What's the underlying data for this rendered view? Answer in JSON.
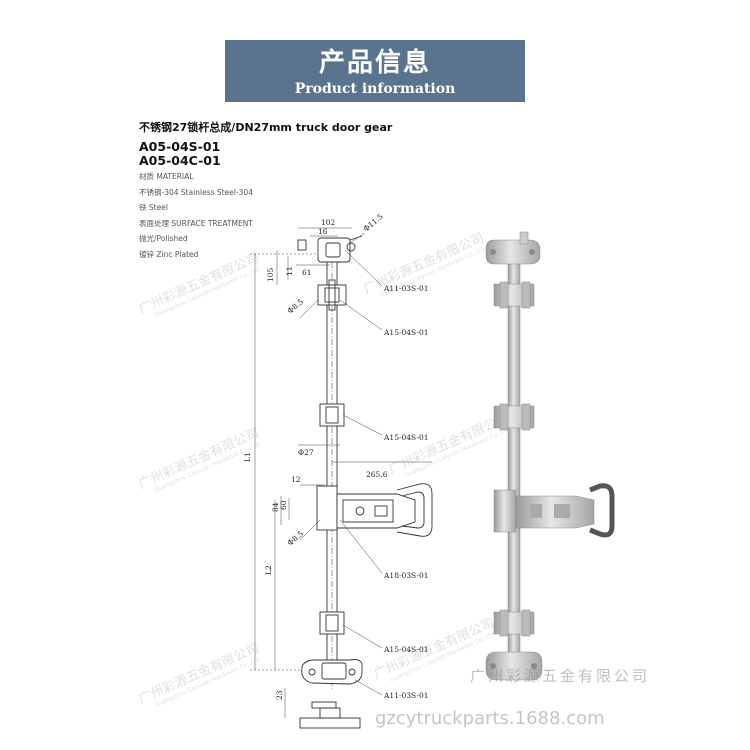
{
  "header": {
    "title_cn": "产品信息",
    "title_en": "Product information"
  },
  "product": {
    "title": "不锈钢27锁杆总成/DN27mm truck door gear",
    "models": [
      "A05-04S-01",
      "A05-04C-01"
    ],
    "specs": [
      "材质 MATERIAL",
      "不锈钢-304  Stainless Steel-304",
      "铁  Steel",
      "表面处理 SURFACE TREATMENT",
      "抛光/Polished",
      "镀锌 Zinc Plated"
    ]
  },
  "dimensions": {
    "top_width": "102",
    "top_inner": "16",
    "hole": "Φ11.5",
    "h105": "105",
    "d11": "11",
    "d61": "61",
    "pin_top": "Φ8.5",
    "rod_diameter": "Φ27",
    "w12": "12",
    "handle_length": "265.6",
    "d84": "84",
    "d60": "60",
    "pin_mid": "Φ8.5",
    "L1": "L1",
    "L2": "L2",
    "d23": "23"
  },
  "parts": {
    "p1": "A11-03S-01",
    "p2": "A15-04S-01",
    "p3": "A15-04S-01",
    "p4": "A18-03S-01",
    "p5": "A15-04S-01",
    "p6": "A11-03S-01"
  },
  "watermark": {
    "cn": "广州彩源五金有限公司",
    "en": "Guangzhou Caiyuan Hardware Co.,Ltd",
    "footer_cn": "广州彩源五金有限公司",
    "url": "gzcytruckparts.1688.com"
  },
  "colors": {
    "banner": "#5a7490",
    "line": "#333333",
    "metal": "#c9c9c9"
  }
}
